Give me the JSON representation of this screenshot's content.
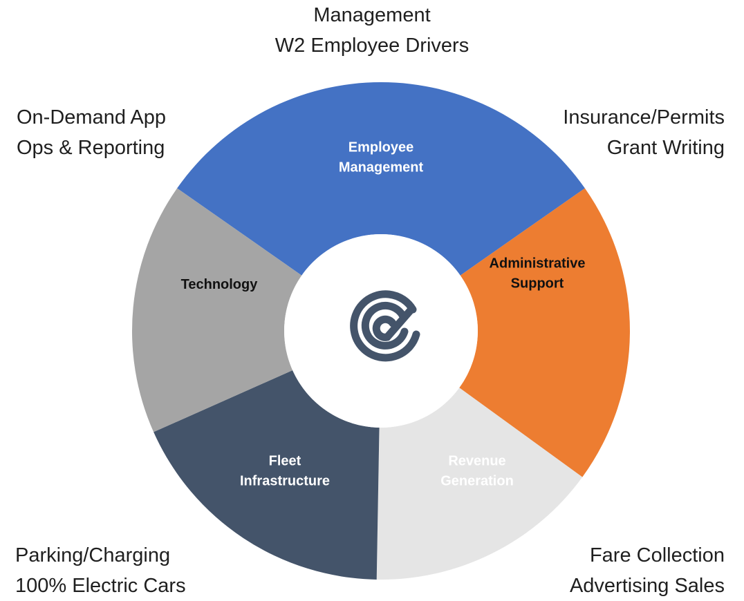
{
  "colors": {
    "employee": "#4472c4",
    "administrative": "#ed7d31",
    "revenue": "#e5e5e5",
    "fleet": "#44546a",
    "technology": "#a5a5a5",
    "logo": "#44546a"
  },
  "segments": [
    {
      "id": "employee",
      "label_lines": [
        "Employee",
        "Management"
      ],
      "label_color": "#ffffff"
    },
    {
      "id": "administrative",
      "label_lines": [
        "Administrative",
        "Support"
      ],
      "label_color": "#111111"
    },
    {
      "id": "revenue",
      "label_lines": [
        "Revenue",
        "Generation"
      ],
      "label_color": "#ffffff"
    },
    {
      "id": "fleet",
      "label_lines": [
        "Fleet",
        "Infrastructure"
      ],
      "label_color": "#ffffff"
    },
    {
      "id": "technology",
      "label_lines": [
        "Technology"
      ],
      "label_color": "#111111"
    }
  ],
  "external_labels": {
    "top": [
      "Management",
      "W2 Employee Drivers"
    ],
    "top_left": [
      "On-Demand App",
      "Ops & Reporting"
    ],
    "top_right": [
      "Insurance/Permits",
      "Grant Writing"
    ],
    "bottom_left": [
      "Parking/Charging",
      "100% Electric Cars"
    ],
    "bottom_right": [
      "Fare Collection",
      "Advertising Sales"
    ]
  },
  "center_logo_icon": "company-logo-icon"
}
